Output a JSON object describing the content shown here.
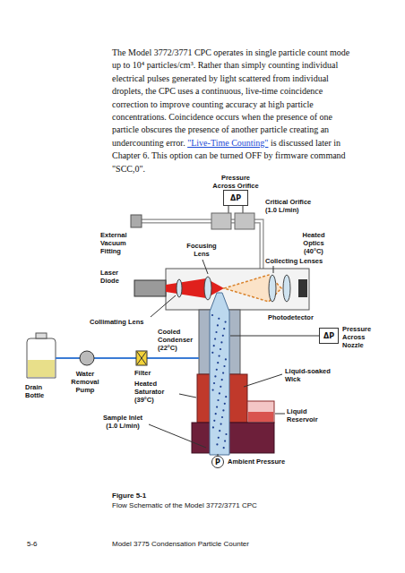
{
  "diagram": {
    "nodes": [
      {
        "text": [
          "ΔP"
        ]
      },
      {
        "text": [
          "ΔP"
        ]
      },
      {
        "text": [
          "P"
        ]
      }
    ],
    "labels": [
      "The Model 3772/3771 CPC operates in single particle count mode up to 10⁴ particles/cm³. Rather than simply counting individual electrical pulses generated by light scattered from individual droplets, the CPC uses a continuous, live-time coincidence correction to improve counting accuracy at high particle concentrations. Coincidence occurs when the presence of one particle obscures the presence of another particle creating an undercounting error.",
      "\"Live-Time Counting\"",
      "is discussed later in Chapter 6. This option can be turned OFF by firmware command \"SCC,0\".",
      "Pressure Across Orifice",
      "Critical Orifice (1.0 L/min)",
      "External Vacuum Fitting",
      "Heated Optics (40°C)",
      "Focusing Lens",
      "Collecting Lenses",
      "Laser Diode",
      "Collimating Lens",
      "Cooled Condenser (22°C)",
      "Photodetector",
      "Pressure Across Nozzle",
      "Water Removal Pump",
      "Filter",
      "Heated Saturator (39°C)",
      "Liquid-soaked Wick",
      "Liquid Reservoir",
      "Drain Bottle",
      "Sample Inlet (1.0 L/min)",
      "Ambient Pressure",
      "Figure 5-1",
      "Flow Schematic of the Model 3772/3771 CPC",
      "5-6",
      "Model 3775 Condensation Particle Counter"
    ]
  }
}
